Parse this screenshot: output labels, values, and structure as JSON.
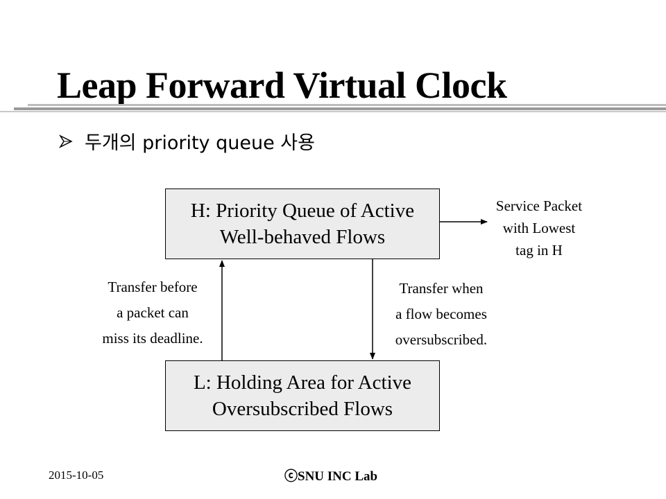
{
  "slide": {
    "title": "Leap Forward Virtual Clock",
    "bullet": "두개의 priority queue 사용"
  },
  "diagram": {
    "box_h": {
      "line1": "H: Priority Queue of Active",
      "line2": "Well-behaved  Flows"
    },
    "box_l": {
      "line1": "L: Holding Area for Active",
      "line2": "Oversubscribed  Flows"
    },
    "note_service": {
      "line1": "Service Packet",
      "line2": "with Lowest",
      "line3": "tag in H"
    },
    "note_before": {
      "line1": "Transfer before",
      "line2": "a packet can",
      "line3": "miss its deadline."
    },
    "note_when": {
      "line1": "Transfer when",
      "line2": "a flow becomes",
      "line3": "oversubscribed."
    }
  },
  "footer": {
    "date": "2015-10-05",
    "lab": "ⓒSNU INC Lab"
  },
  "colors": {
    "box_fill": "#ececec",
    "rule": "#a0a0a0"
  }
}
